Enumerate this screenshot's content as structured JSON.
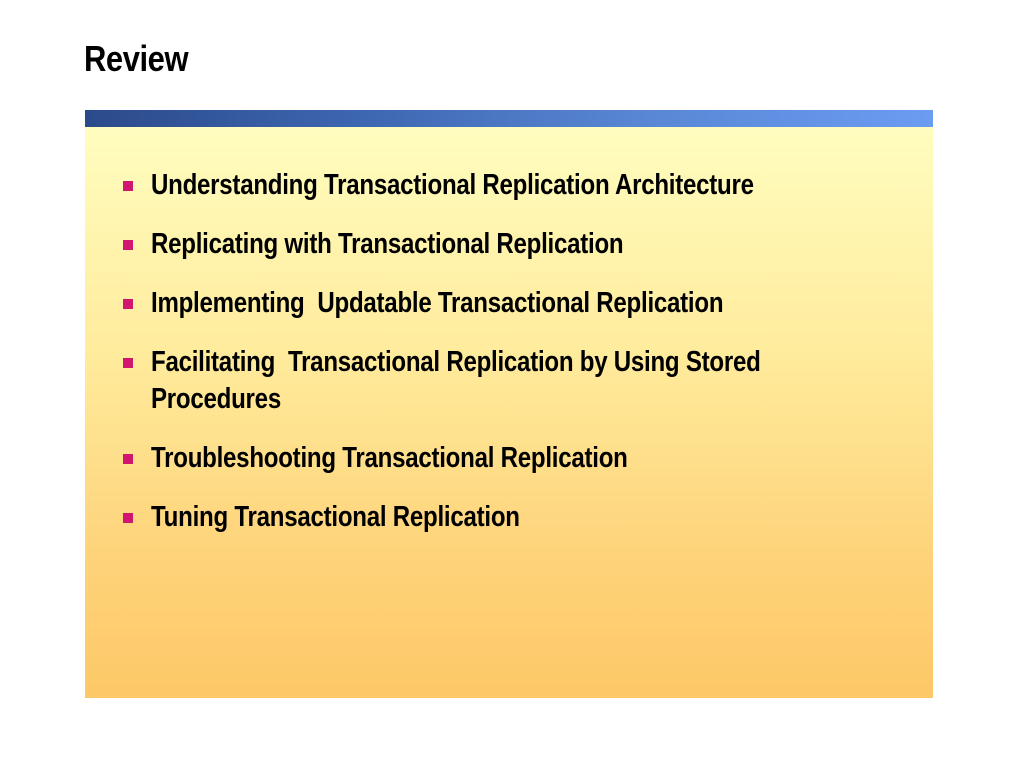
{
  "slide": {
    "title": "Review",
    "bullets": [
      "Understanding Transactional Replication Architecture",
      "Replicating with Transactional Replication",
      "Implementing  Updatable Transactional Replication",
      "Facilitating  Transactional Replication by Using Stored\nProcedures",
      "Troubleshooting Transactional Replication",
      "Tuning Transactional Replication"
    ],
    "colors": {
      "bullet_marker": "#d0166f",
      "title_bar_start": "#2b4a8a",
      "title_bar_end": "#6b9cf2",
      "panel_top": "#fffdbf",
      "panel_bottom": "#fdc867"
    },
    "bullet_icon": "square-bullet-icon"
  }
}
